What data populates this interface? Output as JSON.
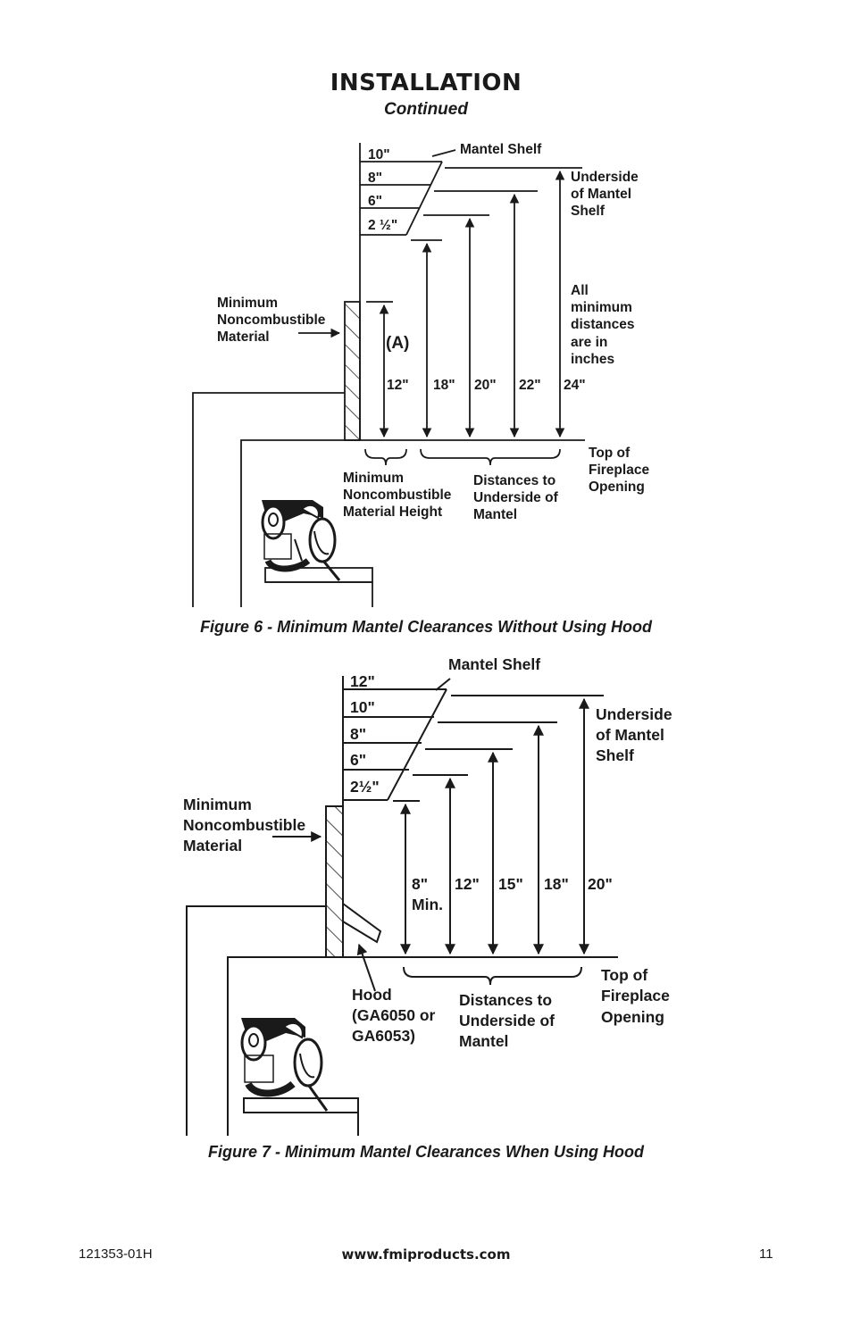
{
  "header": {
    "title": "INSTALLATION",
    "subtitle": "Continued"
  },
  "figure6": {
    "caption": "Figure 6 - Minimum Mantel Clearances Without Using Hood",
    "mantel_shelf": "Mantel Shelf",
    "underside": [
      "Underside",
      "of Mantel",
      "Shelf"
    ],
    "all_min": [
      "All",
      "minimum",
      "distances",
      "are in",
      "inches"
    ],
    "min_noncomb": [
      "Minimum",
      "Noncombustible",
      "Material"
    ],
    "shelf_depths": [
      "10\"",
      "8\"",
      "6\"",
      "2 ½\""
    ],
    "a_label": "(A)",
    "clearances": [
      "12\"",
      "18\"",
      "20\"",
      "22\"",
      "24\""
    ],
    "top_of": [
      "Top of",
      "Fireplace",
      "Opening"
    ],
    "min_height": [
      "Minimum",
      "Noncombustible",
      "Material Height"
    ],
    "distances": [
      "Distances to",
      "Underside of",
      "Mantel"
    ]
  },
  "figure7": {
    "caption": "Figure 7 - Minimum Mantel Clearances When Using Hood",
    "mantel_shelf": "Mantel Shelf",
    "underside": [
      "Underside",
      "of Mantel",
      "Shelf"
    ],
    "min_noncomb": [
      "Minimum",
      "Noncombustible",
      "Material"
    ],
    "shelf_depths": [
      "12\"",
      "10\"",
      "8\"",
      "6\"",
      "2½\""
    ],
    "clearances": [
      "8\"",
      "12\"",
      "15\"",
      "18\"",
      "20\""
    ],
    "min_label": "Min.",
    "top_of": [
      "Top of",
      "Fireplace",
      "Opening"
    ],
    "hood": [
      "Hood",
      "(GA6050 or",
      "GA6053)"
    ],
    "distances": [
      "Distances to",
      "Underside of",
      "Mantel"
    ]
  },
  "footer": {
    "doc_number": "121353-01H",
    "website": "www.fmiproducts.com",
    "page": "11"
  }
}
